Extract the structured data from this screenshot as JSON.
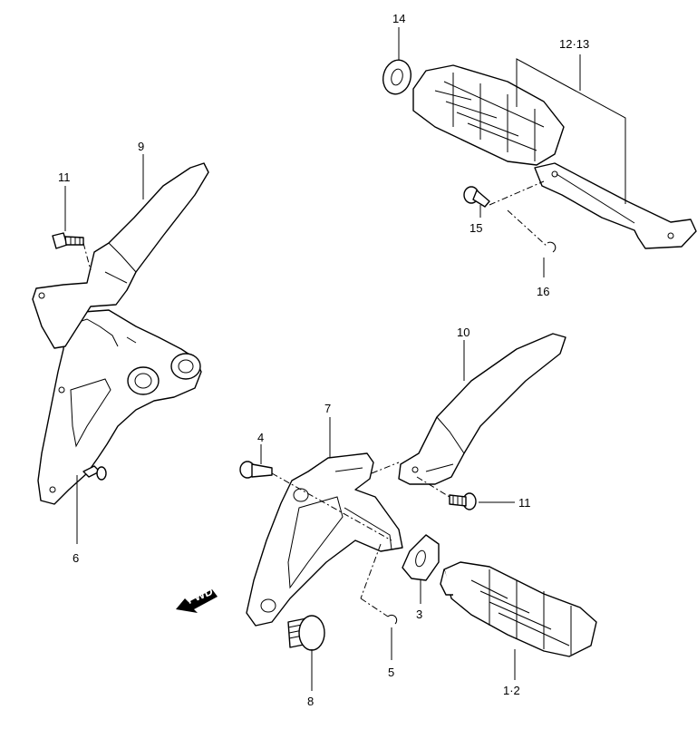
{
  "labels": {
    "p1_2": "1·2",
    "p3": "3",
    "p4": "4",
    "p5": "5",
    "p6": "6",
    "p7": "7",
    "p8": "8",
    "p9": "9",
    "p10": "10",
    "p11_left": "11",
    "p11_right": "11",
    "p12_13": "12·13",
    "p14": "14",
    "p15": "15",
    "p16": "16",
    "fwd": "FWD"
  }
}
